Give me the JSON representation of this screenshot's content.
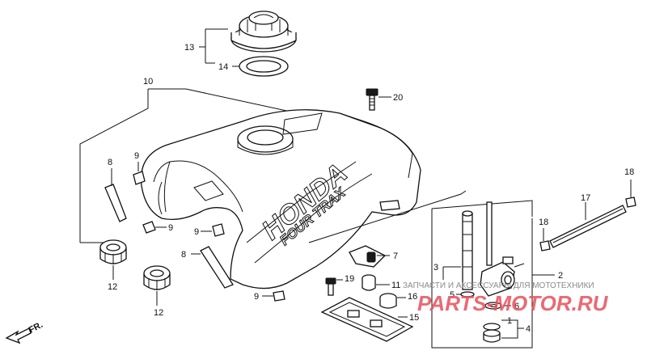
{
  "diagram": {
    "callouts": [
      {
        "id": "13",
        "text": "13"
      },
      {
        "id": "14",
        "text": "14"
      },
      {
        "id": "10",
        "text": "10"
      },
      {
        "id": "20",
        "text": "20"
      },
      {
        "id": "9a",
        "text": "9"
      },
      {
        "id": "8a",
        "text": "8"
      },
      {
        "id": "9b",
        "text": "9"
      },
      {
        "id": "9c",
        "text": "9"
      },
      {
        "id": "8b",
        "text": "8"
      },
      {
        "id": "12a",
        "text": "12"
      },
      {
        "id": "12b",
        "text": "12"
      },
      {
        "id": "7",
        "text": "7"
      },
      {
        "id": "19",
        "text": "19"
      },
      {
        "id": "11",
        "text": "11"
      },
      {
        "id": "16",
        "text": "16"
      },
      {
        "id": "9d",
        "text": "9"
      },
      {
        "id": "15",
        "text": "15"
      },
      {
        "id": "3",
        "text": "3"
      },
      {
        "id": "5",
        "text": "5"
      },
      {
        "id": "6",
        "text": "6"
      },
      {
        "id": "1",
        "text": "1"
      },
      {
        "id": "4",
        "text": "4"
      },
      {
        "id": "2",
        "text": "2"
      },
      {
        "id": "17",
        "text": "17"
      },
      {
        "id": "18a",
        "text": "18"
      },
      {
        "id": "18b",
        "text": "18"
      }
    ],
    "tank_brand": "HONDA",
    "tank_model": "FOUR TRAX",
    "direction_label": "FR.",
    "watermark": {
      "caption": "ЗАПЧАСТИ И АКСЕССУАРЫ ДЛЯ МОТОТЕХНИКИ",
      "site": "PARTS-MOTOR.RU"
    }
  }
}
